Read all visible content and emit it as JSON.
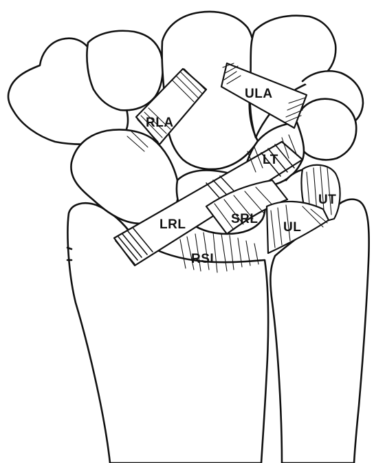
{
  "labels": {
    "rla": "RLA",
    "ula": "ULA",
    "lt": "LT",
    "ut": "UT",
    "lrl": "LRL",
    "srl": "SRL",
    "ul": "UL",
    "rsl": "RSL"
  },
  "colors": {
    "ink": "#111111",
    "paper": "#ffffff"
  }
}
